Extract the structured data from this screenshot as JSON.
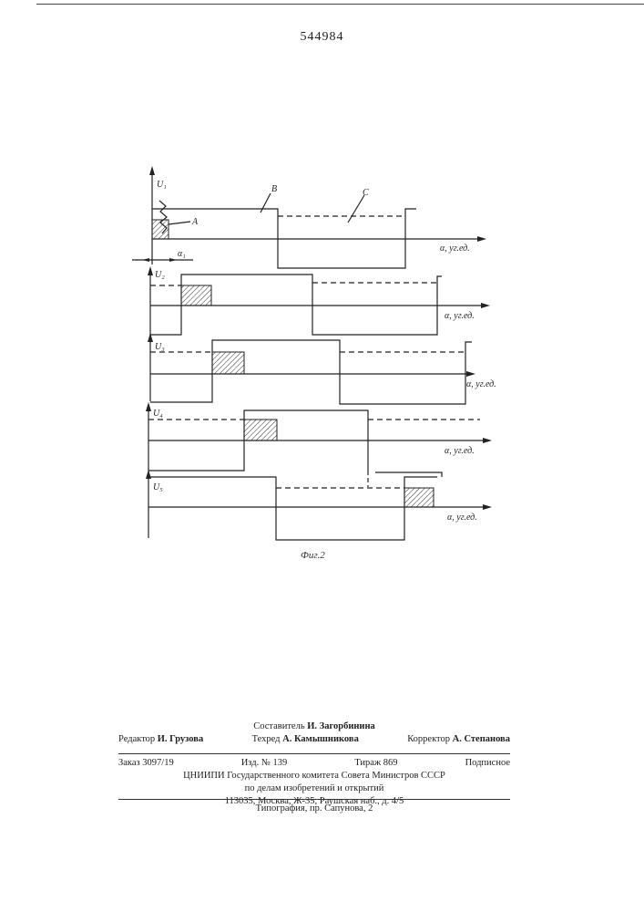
{
  "page_number": "544984",
  "figure": {
    "caption": "Фиг.2",
    "label_a": "A",
    "label_b": "B",
    "label_c": "C",
    "label_alpha1": "α₁",
    "axis_label": "α, уг.ед.",
    "signals": [
      "U₁",
      "U₂",
      "U₃",
      "U₄",
      "U₅"
    ]
  },
  "credits": {
    "compiler_label": "Составитель",
    "compiler": "И. Загорбинина",
    "editor_label": "Редактор",
    "editor": "И. Грузова",
    "techred_label": "Техред",
    "techred": "А. Камышникова",
    "corrector_label": "Корректор",
    "corrector": "А. Степанова",
    "order": "Заказ 3097/19",
    "edition": "Изд. № 139",
    "print_run": "Тираж 869",
    "subscription": "Подписное",
    "org_line1": "ЦНИИПИ Государственного комитета Совета Министров СССР",
    "org_line2": "по делам изобретений и открытий",
    "org_address": "113035, Москва, Ж-35, Раушская наб., д. 4/5",
    "printer": "Типография, пр. Сапунова, 2"
  }
}
